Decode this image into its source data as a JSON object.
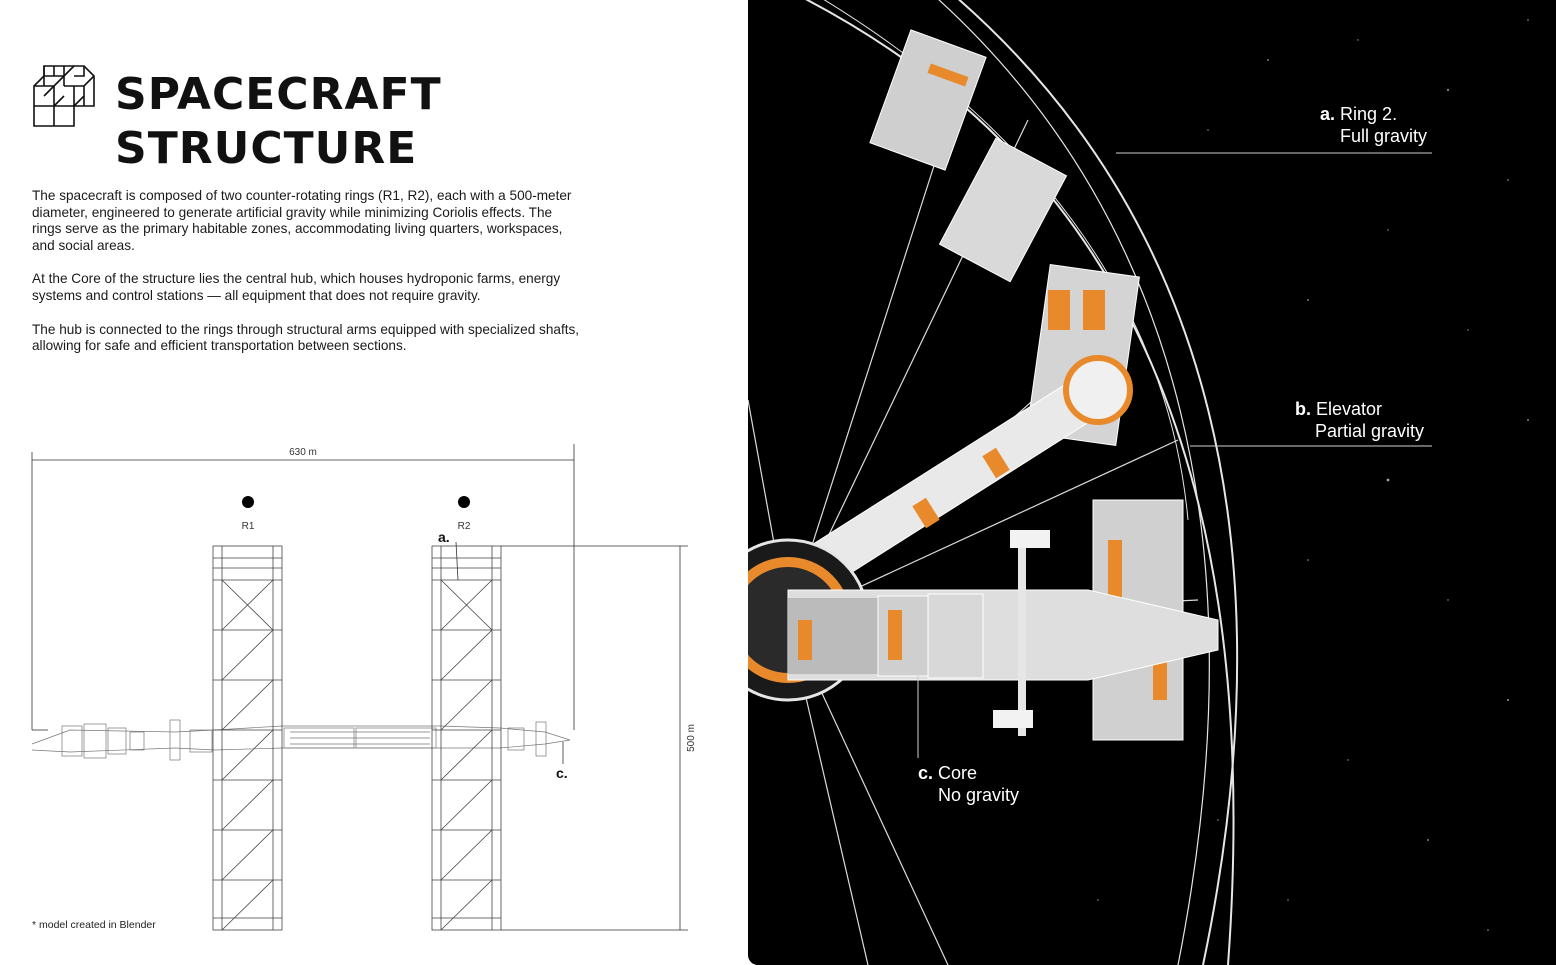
{
  "title": {
    "line1": "SPACECRAFT",
    "line2": "STRUCTURE"
  },
  "paragraphs": [
    "The spacecraft is composed of two counter-rotating rings (R1, R2), each with a 500-meter diameter, engineered to generate artificial gravity while minimizing Coriolis effects. The rings serve as the primary habitable zones, accommodating living quarters, workspaces, and social areas.",
    "At the Core of the structure lies the central hub, which houses hydroponic farms, energy systems and control stations — all equipment that does not require gravity.",
    "The hub is connected to the rings through structural arms equipped with specialized shafts, allowing for safe and efficient transportation between sections."
  ],
  "drawing": {
    "width_label": "630 m",
    "height_label": "500 m",
    "ring1_label": "R1",
    "ring2_label": "R2",
    "marker_a": "a.",
    "marker_c": "c."
  },
  "footnote": "* model created in Blender",
  "callouts": {
    "a": {
      "letter": "a.",
      "line1": "Ring 2.",
      "line2": "Full gravity"
    },
    "b": {
      "letter": "b.",
      "line1": "Elevator",
      "line2": "Partial gravity"
    },
    "c": {
      "letter": "c.",
      "line1": "Core",
      "line2": "No gravity"
    }
  },
  "colors": {
    "accent_orange": "#e8892b",
    "space": "#000000"
  }
}
